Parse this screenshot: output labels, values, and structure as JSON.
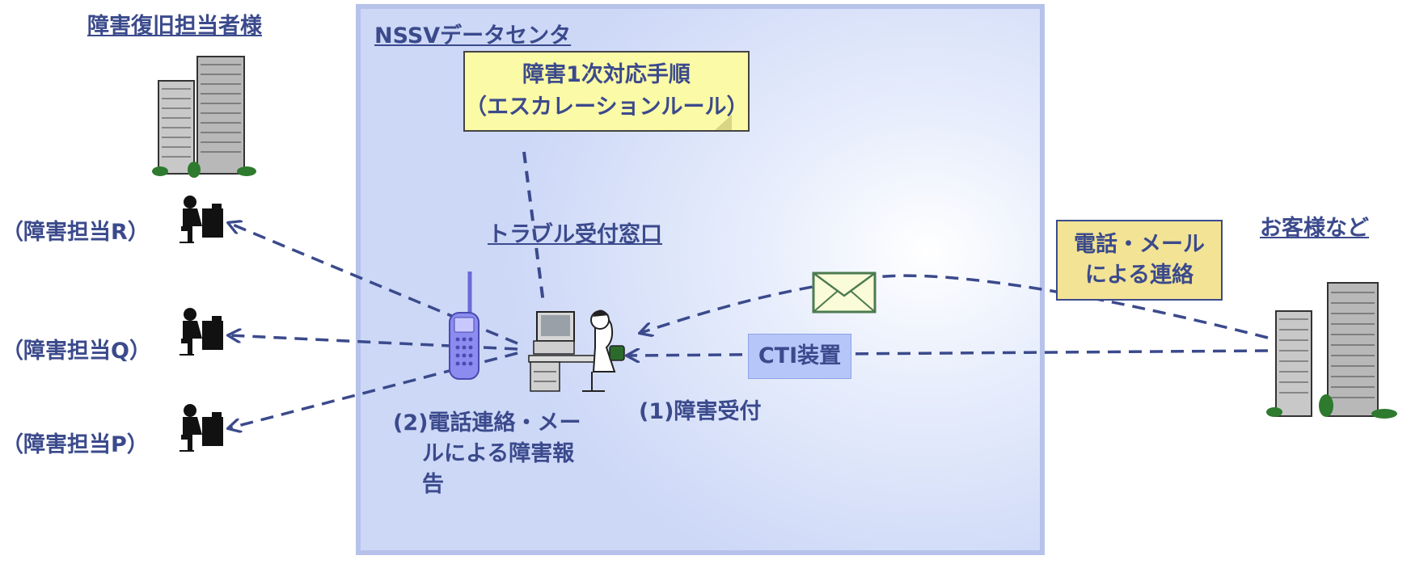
{
  "datacenter": {
    "title": "NSSVデータセンタ"
  },
  "recovery": {
    "title": "障害復旧担当者様"
  },
  "customer": {
    "title": "お客様など"
  },
  "procedure": {
    "line1": "障害1次対応手順",
    "line2": "（エスカレーションルール）"
  },
  "helpdesk": {
    "label": "トラブル受付窓口"
  },
  "contact": {
    "line1": "電話・メール",
    "line2": "による連絡"
  },
  "cti": {
    "label": "CTI装置"
  },
  "step1": {
    "label": "(1)障害受付"
  },
  "step2": {
    "line1": "(2)電話連絡・メー",
    "line2": "ルによる障害報",
    "line3": "告"
  },
  "staff": [
    {
      "label": "（障害担当R）"
    },
    {
      "label": "（障害担当Q）"
    },
    {
      "label": "（障害担当P）"
    }
  ],
  "colors": {
    "arrow": "#3b4a8c",
    "accent_text": "#3b4a8c",
    "box_border": "#b6c2ea"
  }
}
